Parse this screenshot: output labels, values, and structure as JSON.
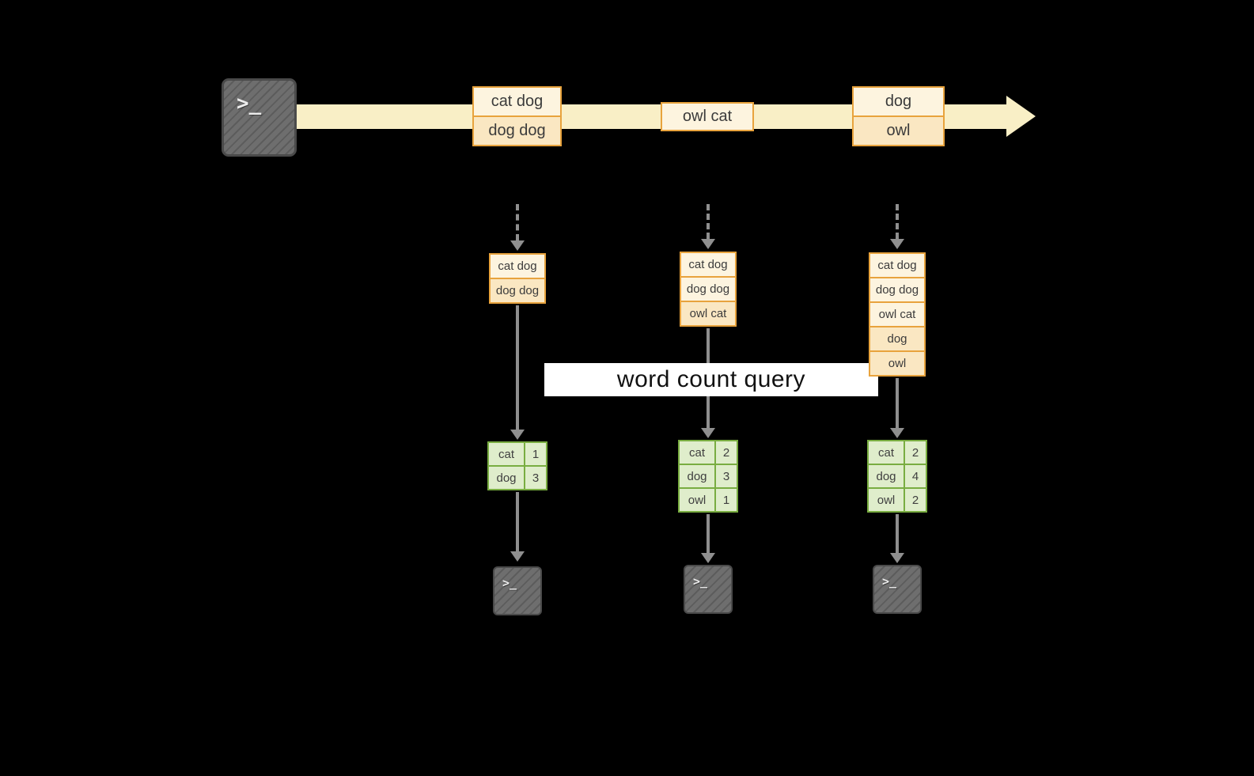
{
  "banner": {
    "label": "word count query"
  },
  "icons": {
    "terminal_prompt": ">_"
  },
  "stream": {
    "groups": [
      {
        "events": [
          "cat dog",
          "dog dog"
        ]
      },
      {
        "events": [
          "owl cat"
        ]
      },
      {
        "events": [
          "dog",
          "owl"
        ]
      }
    ]
  },
  "pipelines": [
    {
      "buffer": [
        "cat dog",
        "dog dog"
      ],
      "counts": [
        {
          "word": "cat",
          "count": "1"
        },
        {
          "word": "dog",
          "count": "3"
        }
      ]
    },
    {
      "buffer": [
        "cat dog",
        "dog dog",
        "owl cat"
      ],
      "counts": [
        {
          "word": "cat",
          "count": "2"
        },
        {
          "word": "dog",
          "count": "3"
        },
        {
          "word": "owl",
          "count": "1"
        }
      ]
    },
    {
      "buffer": [
        "cat dog",
        "dog dog",
        "owl cat",
        "dog",
        "owl"
      ],
      "counts": [
        {
          "word": "cat",
          "count": "2"
        },
        {
          "word": "dog",
          "count": "4"
        },
        {
          "word": "owl",
          "count": "2"
        }
      ]
    }
  ],
  "colors": {
    "stream_band": "#F9EFC6",
    "event_border": "#E8A33D",
    "event_fill_light": "#FDF4DF",
    "event_fill_dark": "#FAE7C2",
    "table_border": "#79AD41",
    "table_fill": "#DFEDCB",
    "arrow": "#8f8f8f"
  }
}
